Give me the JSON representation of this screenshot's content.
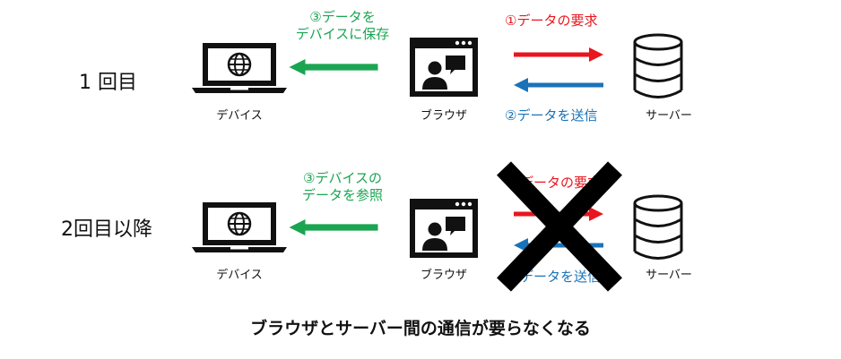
{
  "rows": [
    {
      "label": "1 回目",
      "device_caption": "デバイス",
      "browser_caption": "ブラウザ",
      "server_caption": "サーバー",
      "save_text": [
        "③データを",
        "デバイスに保存"
      ],
      "request_text": "①データの要求",
      "send_text": "②データを送信"
    },
    {
      "label": "2回目以降",
      "device_caption": "デバイス",
      "browser_caption": "ブラウザ",
      "server_caption": "サーバー",
      "save_text": [
        "③デバイスの",
        "データを参照"
      ],
      "request_text": "データの要求",
      "send_text": "データを送信"
    }
  ],
  "footer": "ブラウザとサーバー間の通信が要らなくなる",
  "colors": {
    "green": "#1aa551",
    "red": "#e8161e",
    "blue": "#1a73b8",
    "icon": "#111111",
    "cross": "#000000"
  }
}
